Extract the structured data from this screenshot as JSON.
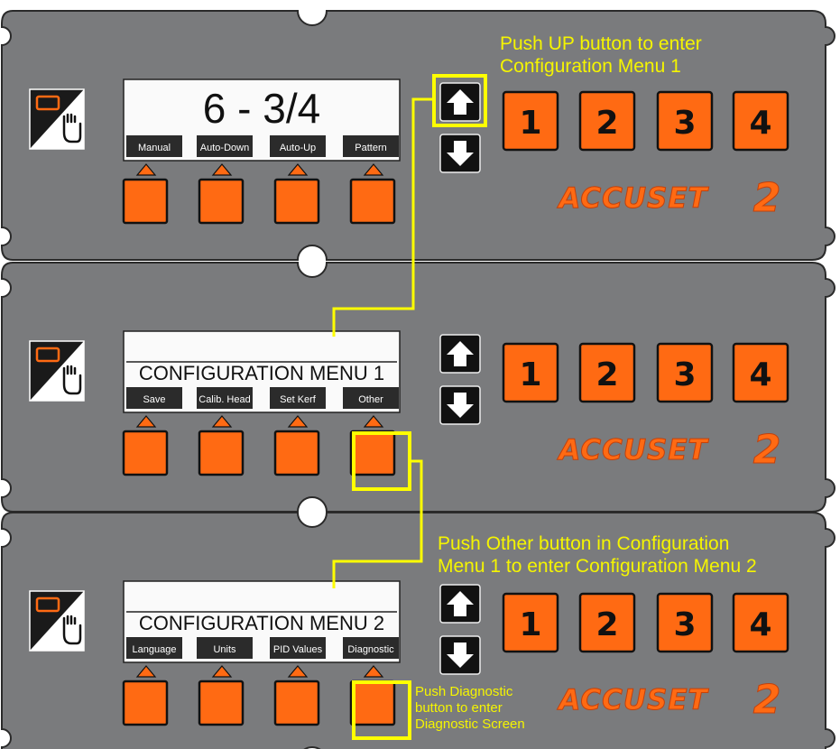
{
  "brand": "ACCUSET",
  "brand_mark": "2",
  "colors": {
    "panel": "#7a7b7d",
    "panel_outline": "#2a2a2a",
    "orange": "#ff6a13",
    "highlight": "#ffff00",
    "label_bg": "#2b2b2b"
  },
  "icons": {
    "mode": "cycle-manual-hand-icon",
    "up": "up-arrow-icon",
    "down": "down-arrow-icon"
  },
  "panels": [
    {
      "display_text": "6 - 3/4",
      "softkeys": [
        "Manual",
        "Auto-Down",
        "Auto-Up",
        "Pattern"
      ],
      "presets": [
        "1",
        "2",
        "3",
        "4"
      ]
    },
    {
      "display_text": "CONFIGURATION MENU 1",
      "softkeys": [
        "Save",
        "Calib. Head",
        "Set Kerf",
        "Other"
      ],
      "presets": [
        "1",
        "2",
        "3",
        "4"
      ]
    },
    {
      "display_text": "CONFIGURATION MENU 2",
      "softkeys": [
        "Language",
        "Units",
        "PID Values",
        "Diagnostic"
      ],
      "presets": [
        "1",
        "2",
        "3",
        "4"
      ]
    }
  ],
  "annotations": {
    "up_line1": "Push UP button to enter",
    "up_line2": "Configuration Menu 1",
    "other_line1": "Push Other button in Configuration",
    "other_line2": "Menu 1 to enter Configuration Menu 2",
    "diag_line1": "Push Diagnostic",
    "diag_line2": "button to enter",
    "diag_line3": "Diagnostic Screen"
  }
}
